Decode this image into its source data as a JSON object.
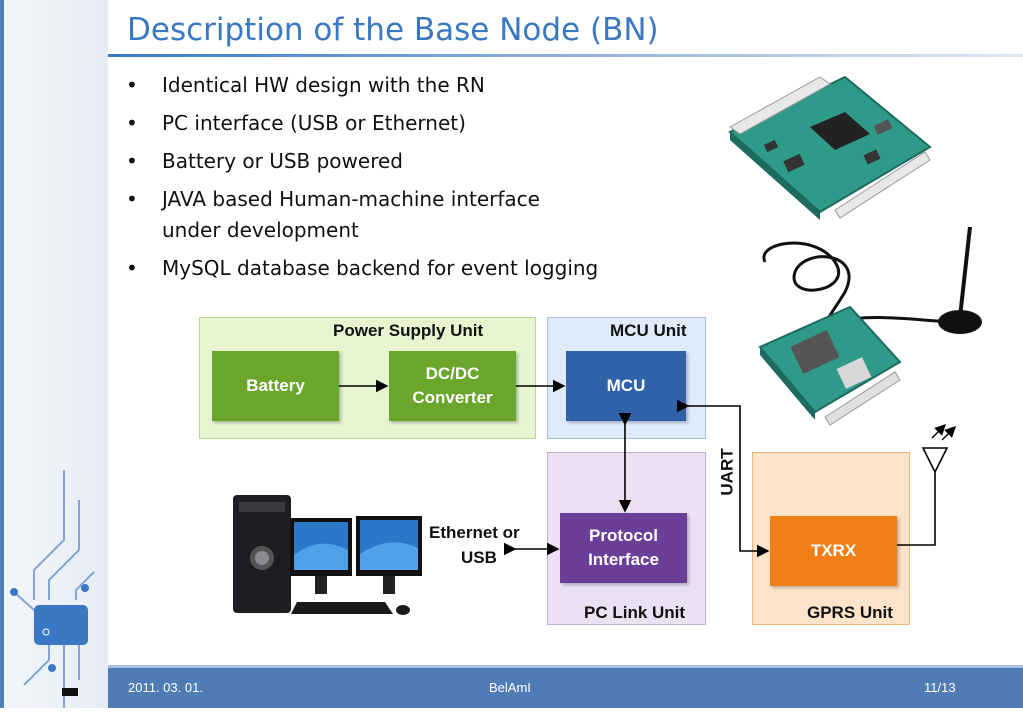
{
  "slide": {
    "title": "Description of the Base Node (BN)",
    "bullets": [
      "Identical HW design with the RN",
      "PC interface (USB or Ethernet)",
      "Battery or USB powered",
      "JAVA based Human-machine interface under development",
      "MySQL database backend for event logging"
    ]
  },
  "diagram": {
    "groups": {
      "power_supply": "Power Supply Unit",
      "mcu_unit": "MCU Unit",
      "pc_link": "PC Link Unit",
      "gprs": "GPRS Unit"
    },
    "blocks": {
      "battery": "Battery",
      "dcdc_line1": "DC/DC",
      "dcdc_line2": "Converter",
      "mcu": "MCU",
      "protocol_line1": "Protocol",
      "protocol_line2": "Interface",
      "txrx": "TXRX"
    },
    "labels": {
      "uart": "UART",
      "ethernet_line1": "Ethernet or",
      "ethernet_line2": "USB"
    },
    "colors": {
      "power_group_bg": "#e6f5cf",
      "mcu_group_bg": "#dfeafb",
      "pclink_group_bg": "#ebe1f3",
      "gprs_group_bg": "#fde3c9",
      "green_block": "#6aa52c",
      "blue_block": "#2f62a8",
      "purple_block": "#6b3e97",
      "orange_block": "#f07f1a"
    }
  },
  "footer": {
    "date": "2011. 03. 01.",
    "project": "BelAmI",
    "page": "11/13"
  }
}
